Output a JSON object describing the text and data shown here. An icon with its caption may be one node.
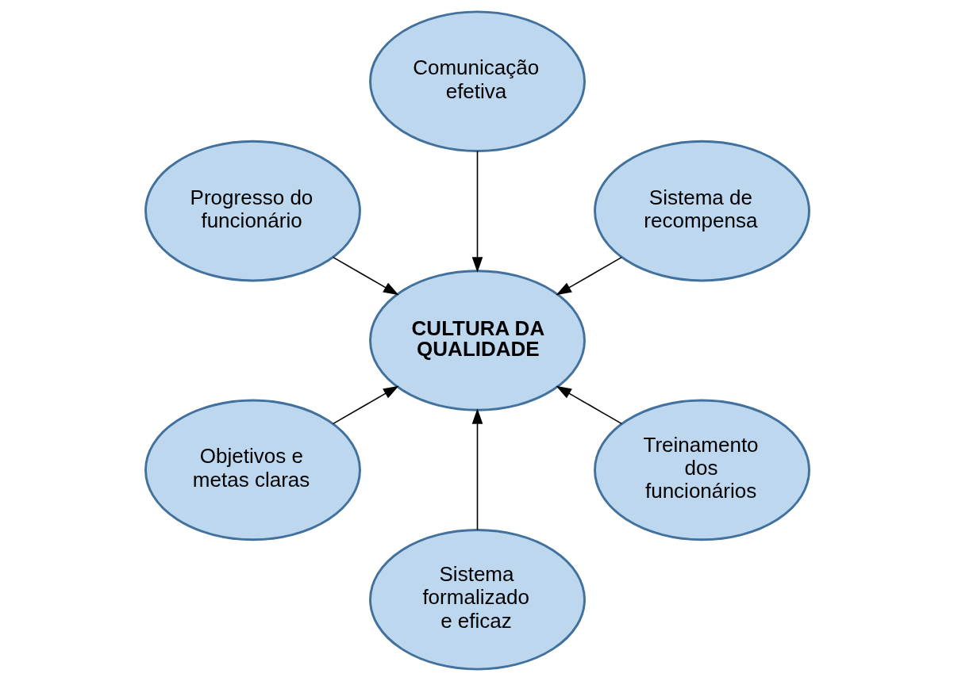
{
  "diagram": {
    "nodes": [
      {
        "text": [
          "Sistema de recompensa"
        ]
      },
      {
        "text": [
          "Comunicação efetiva"
        ]
      },
      {
        "text": [
          "Progresso do funcionário"
        ]
      },
      {
        "text": [
          "CULTURA DA QUALIDADE"
        ]
      },
      {
        "text": [
          "Objetivos e metas claras"
        ]
      },
      {
        "text": [
          "Sistema formalizado e eficaz"
        ]
      },
      {
        "text": [
          "Treinamento dos funcionários"
        ]
      }
    ],
    "edges": [
      {
        "from": 0,
        "to": 3,
        "arrow": "to"
      },
      {
        "from": 1,
        "to": 3,
        "arrow": "to"
      },
      {
        "from": 2,
        "to": 3,
        "arrow": "to"
      },
      {
        "from": 4,
        "to": 3,
        "arrow": "to"
      },
      {
        "from": 5,
        "to": 3,
        "arrow": "to"
      },
      {
        "from": 6,
        "to": 3,
        "arrow": "to"
      }
    ]
  }
}
